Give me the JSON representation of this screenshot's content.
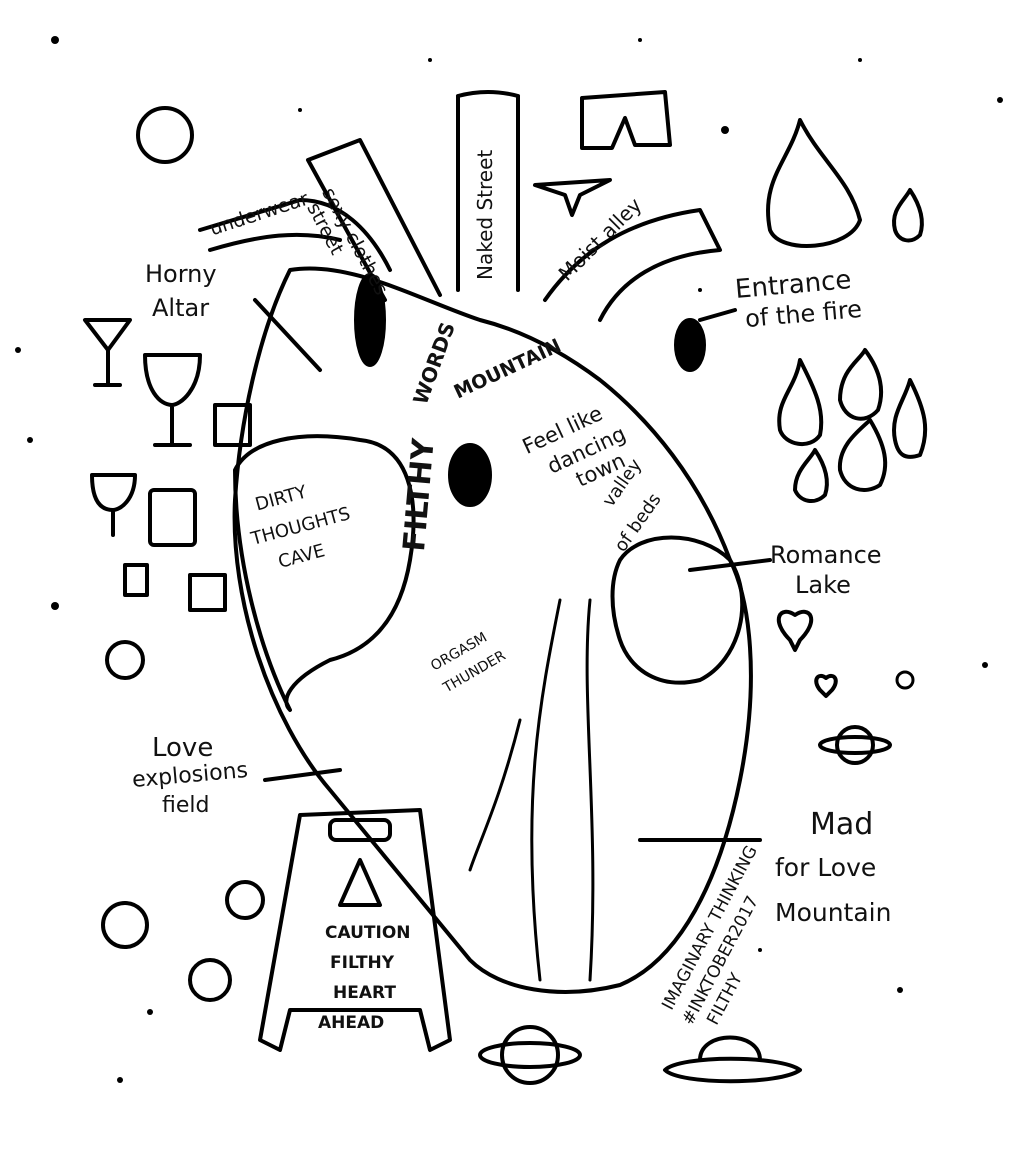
{
  "labels": {
    "underwear": "underwear",
    "sexy_clothes": "sexy clothes",
    "street1": "street",
    "naked_street": "Naked Street",
    "moist_alley": "Moist alley",
    "horny": "Horny",
    "altar": "Altar",
    "words": "WORDS",
    "mountain": "MOUNTAIN",
    "filthy": "FILTHY",
    "entrance1": "Entrance",
    "entrance2": "of the fire",
    "feel_like": "Feel like",
    "dancing": "dancing",
    "town": "town",
    "dirty": "DIRTY",
    "thoughts": "THOUGHTS",
    "cave": "CAVE",
    "valley": "valley",
    "of_beds": "of beds",
    "romance": "Romance",
    "lake": "Lake",
    "orgasm": "ORGASM",
    "thunder": "THUNDER",
    "love": "Love",
    "explosions": "explosions",
    "field": "field",
    "mad": "Mad",
    "for_love": "for Love",
    "mountain2": "Mountain",
    "imaginary": "IMAGINARY THINKING",
    "inktober": "#INKTOBER2017",
    "filthy_tag": "FILTHY",
    "caution": "CAUTION",
    "filthy_sign": "FILTHY",
    "heart": "HEART",
    "ahead": "AHEAD"
  }
}
